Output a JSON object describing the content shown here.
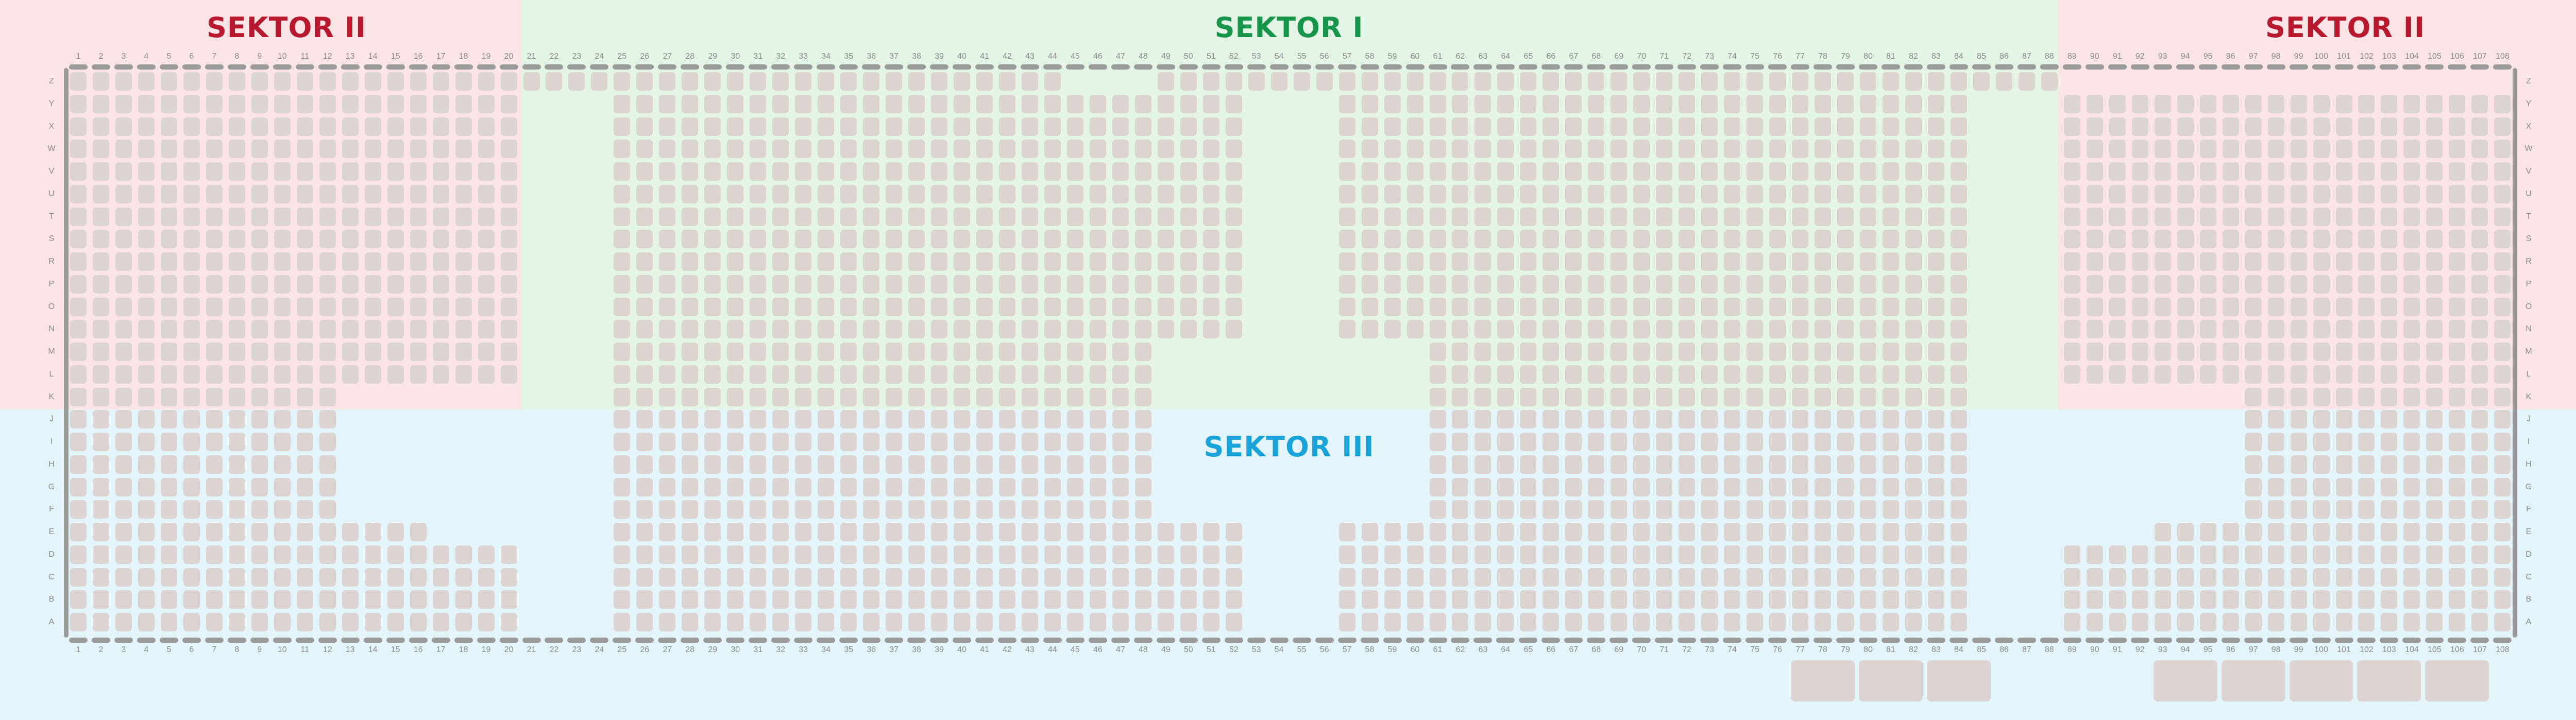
{
  "colors": {
    "sector_i_bg": "#e4f4e7",
    "sector_ii_bg": "#fbe4e5",
    "sector_iii_bg": "#e4f4fb",
    "sector_i_text": "#17954a",
    "sector_ii_text": "#b8192e",
    "sector_iii_text": "#1aa3d8",
    "seat": "#dbd4d1",
    "marker": "#9a9a9a",
    "label": "#8a8a8a"
  },
  "sectors": {
    "left": "SEKTOR II",
    "center": "SEKTOR I",
    "right": "SEKTOR II",
    "lower": "SEKTOR III"
  },
  "rows": [
    "Z",
    "Y",
    "X",
    "W",
    "V",
    "U",
    "T",
    "S",
    "R",
    "P",
    "O",
    "N",
    "M",
    "L",
    "K",
    "J",
    "I",
    "H",
    "G",
    "F",
    "E",
    "D",
    "C",
    "B",
    "A"
  ],
  "columns": [
    "1",
    "2",
    "3",
    "4",
    "5",
    "6",
    "7",
    "8",
    "9",
    "10",
    "11",
    "12",
    "13",
    "14",
    "15",
    "16",
    "17",
    "18",
    "19",
    "20",
    "21",
    "22",
    "23",
    "24",
    "25",
    "26",
    "27",
    "28",
    "29",
    "30",
    "31",
    "32",
    "33",
    "34",
    "35",
    "36",
    "37",
    "38",
    "39",
    "40",
    "41",
    "42",
    "43",
    "44",
    "45",
    "46",
    "47",
    "48",
    "49",
    "50",
    "51",
    "52",
    "53",
    "54",
    "55",
    "56",
    "57",
    "58",
    "59",
    "60",
    "61",
    "62",
    "63",
    "64",
    "65",
    "66",
    "67",
    "68",
    "69",
    "70",
    "71",
    "72",
    "73",
    "74",
    "75",
    "76",
    "77",
    "78",
    "79",
    "80",
    "81",
    "82",
    "83",
    "84",
    "85",
    "86",
    "87",
    "88",
    "89",
    "90",
    "91",
    "92",
    "93",
    "94",
    "95",
    "96",
    "97",
    "98",
    "99",
    "100",
    "101",
    "102",
    "103",
    "104",
    "105",
    "106",
    "107",
    "108"
  ],
  "seat_map": [
    {
      "row": "Z",
      "ranges": [
        [
          1,
          44
        ],
        [
          49,
          88
        ]
      ]
    },
    {
      "row": "Y",
      "ranges": [
        [
          1,
          20
        ],
        [
          25,
          52
        ],
        [
          57,
          84
        ],
        [
          89,
          108
        ]
      ]
    },
    {
      "row": "X",
      "ranges": [
        [
          1,
          20
        ],
        [
          25,
          52
        ],
        [
          57,
          84
        ],
        [
          89,
          108
        ]
      ]
    },
    {
      "row": "W",
      "ranges": [
        [
          1,
          20
        ],
        [
          25,
          52
        ],
        [
          57,
          84
        ],
        [
          89,
          108
        ]
      ]
    },
    {
      "row": "V",
      "ranges": [
        [
          1,
          20
        ],
        [
          25,
          52
        ],
        [
          57,
          84
        ],
        [
          89,
          108
        ]
      ]
    },
    {
      "row": "U",
      "ranges": [
        [
          1,
          20
        ],
        [
          25,
          52
        ],
        [
          57,
          84
        ],
        [
          89,
          108
        ]
      ]
    },
    {
      "row": "T",
      "ranges": [
        [
          1,
          20
        ],
        [
          25,
          52
        ],
        [
          57,
          84
        ],
        [
          89,
          108
        ]
      ]
    },
    {
      "row": "S",
      "ranges": [
        [
          1,
          20
        ],
        [
          25,
          52
        ],
        [
          57,
          84
        ],
        [
          89,
          108
        ]
      ]
    },
    {
      "row": "R",
      "ranges": [
        [
          1,
          20
        ],
        [
          25,
          52
        ],
        [
          57,
          84
        ],
        [
          89,
          108
        ]
      ]
    },
    {
      "row": "P",
      "ranges": [
        [
          1,
          20
        ],
        [
          25,
          52
        ],
        [
          57,
          84
        ],
        [
          89,
          108
        ]
      ]
    },
    {
      "row": "O",
      "ranges": [
        [
          1,
          20
        ],
        [
          25,
          52
        ],
        [
          57,
          84
        ],
        [
          89,
          108
        ]
      ]
    },
    {
      "row": "N",
      "ranges": [
        [
          1,
          20
        ],
        [
          25,
          52
        ],
        [
          57,
          84
        ],
        [
          89,
          108
        ]
      ]
    },
    {
      "row": "M",
      "ranges": [
        [
          1,
          20
        ],
        [
          25,
          48
        ],
        [
          61,
          84
        ],
        [
          89,
          108
        ]
      ]
    },
    {
      "row": "L",
      "ranges": [
        [
          1,
          20
        ],
        [
          25,
          48
        ],
        [
          61,
          84
        ],
        [
          89,
          108
        ]
      ]
    },
    {
      "row": "K",
      "ranges": [
        [
          1,
          12
        ],
        [
          25,
          48
        ],
        [
          61,
          84
        ],
        [
          97,
          108
        ]
      ]
    },
    {
      "row": "J",
      "ranges": [
        [
          1,
          12
        ],
        [
          25,
          48
        ],
        [
          61,
          84
        ],
        [
          97,
          108
        ]
      ]
    },
    {
      "row": "I",
      "ranges": [
        [
          1,
          12
        ],
        [
          25,
          48
        ],
        [
          61,
          84
        ],
        [
          97,
          108
        ]
      ]
    },
    {
      "row": "H",
      "ranges": [
        [
          1,
          12
        ],
        [
          25,
          48
        ],
        [
          61,
          84
        ],
        [
          97,
          108
        ]
      ]
    },
    {
      "row": "G",
      "ranges": [
        [
          1,
          12
        ],
        [
          25,
          48
        ],
        [
          61,
          84
        ],
        [
          97,
          108
        ]
      ]
    },
    {
      "row": "F",
      "ranges": [
        [
          1,
          12
        ],
        [
          25,
          48
        ],
        [
          61,
          84
        ],
        [
          97,
          108
        ]
      ]
    },
    {
      "row": "E",
      "ranges": [
        [
          1,
          16
        ],
        [
          25,
          52
        ],
        [
          57,
          84
        ],
        [
          93,
          108
        ]
      ]
    },
    {
      "row": "D",
      "ranges": [
        [
          1,
          20
        ],
        [
          25,
          52
        ],
        [
          57,
          84
        ],
        [
          89,
          108
        ]
      ]
    },
    {
      "row": "C",
      "ranges": [
        [
          1,
          20
        ],
        [
          25,
          52
        ],
        [
          57,
          84
        ],
        [
          89,
          108
        ]
      ]
    },
    {
      "row": "B",
      "ranges": [
        [
          1,
          20
        ],
        [
          25,
          52
        ],
        [
          57,
          84
        ],
        [
          89,
          108
        ]
      ]
    },
    {
      "row": "A",
      "ranges": [
        [
          1,
          20
        ],
        [
          25,
          52
        ],
        [
          57,
          84
        ],
        [
          89,
          108
        ]
      ]
    }
  ],
  "boxes_under_columns": [
    [
      77,
      79
    ],
    [
      80,
      82
    ],
    [
      83,
      85
    ],
    [
      93,
      95
    ],
    [
      96,
      98
    ],
    [
      99,
      101
    ],
    [
      102,
      104
    ],
    [
      105,
      107
    ]
  ]
}
